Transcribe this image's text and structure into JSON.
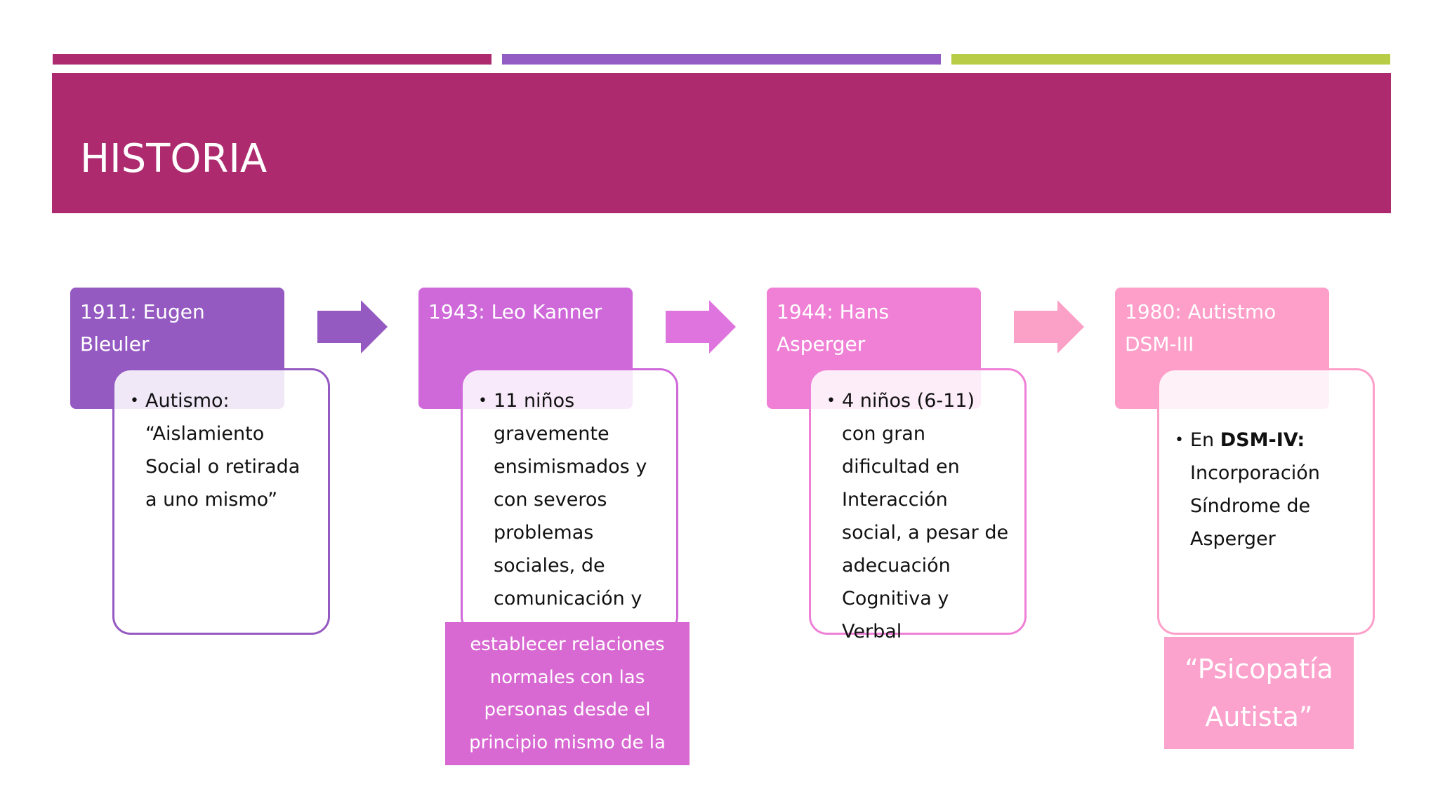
{
  "header": {
    "title": "HISTORIA",
    "accent_colors": [
      "#ad2a6e",
      "#935bc4",
      "#b9cc45"
    ]
  },
  "timeline": [
    {
      "heading": "1911: Eugen Bleuler",
      "color": "#9559c2",
      "bullet": "Autismo: “Aislamiento Social o retirada a uno mismo”"
    },
    {
      "heading": "1943: Leo Kanner",
      "color": "#cf69da",
      "bullet": "11 niños gravemente ensimismados y con severos problemas sociales, de comunicación y comportamiento",
      "quote": "“Ineptitud para establecer relaciones normales con las personas desde el principio mismo de la vida”"
    },
    {
      "heading": "1944: Hans Asperger",
      "color": "#ef80d6",
      "bullet": "4 niños (6-11) con gran dificultad en Interacción social, a pesar de adecuación Cognitiva y Verbal",
      "quote": "“Psicopatía Autista”"
    },
    {
      "heading": "1980: Autistmo DSM-III",
      "color": "#fd9fc9",
      "bullet_prefix": "En ",
      "bullet_bold": "DSM-IV:",
      "bullet_rest": " Incorporación Síndrome de Asperger"
    }
  ],
  "icons": [
    "right-arrow-icon"
  ]
}
